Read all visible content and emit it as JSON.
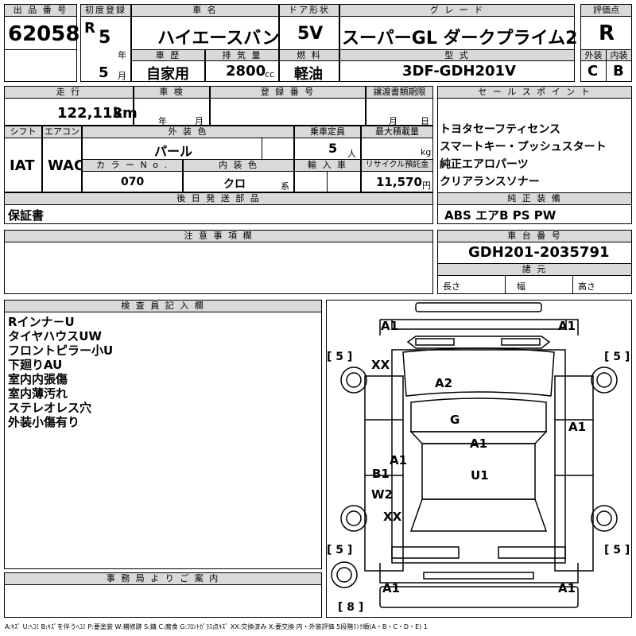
{
  "row1": {
    "h_listing_no": "出 品 番 号",
    "listing_no": "62058",
    "h_first_reg": "初度登録",
    "era": "R",
    "year": "5",
    "year_unit": "年",
    "month": "5",
    "month_unit": "月",
    "h_car_name": "車 名",
    "car_name": "ハイエースバン",
    "h_history": "車 歴",
    "history": "自家用",
    "h_displacement": "排 気 量",
    "displacement": "2800",
    "displacement_unit": "cc",
    "h_door": "ドア形状",
    "door": "5V",
    "h_fuel": "燃 料",
    "fuel": "軽油",
    "h_grade": "グ レ ー ド",
    "grade": "スーパーGL ダークプライム2",
    "h_model": "型 式",
    "model": "3DF-GDH201V",
    "h_score": "評価点",
    "score": "R",
    "h_exterior": "外装",
    "exterior": "C",
    "h_interior": "内装",
    "interior": "B"
  },
  "row2": {
    "h_mileage": "走 行",
    "mileage": "122,113",
    "mileage_unit": "km",
    "h_inspection": "車 検",
    "insp_year": "年",
    "insp_month": "月",
    "h_reg_no": "登 録 番 号",
    "h_transfer": "譲渡書類期限",
    "tr_month": "月",
    "tr_day": "日",
    "h_sales": "セ ー ル ス ポ イ ン ト",
    "sales_points": [
      "トヨタセーフティセンス",
      "スマートキー・プッシュスタート",
      "純正エアロパーツ",
      "クリアランスソナー"
    ]
  },
  "row3": {
    "h_shift": "シフト",
    "shift": "IAT",
    "h_ac": "エアコン",
    "ac": "WAC",
    "h_ext_color": "外 装 色",
    "ext_color": "パール",
    "h_capacity": "乗車定員",
    "capacity": "5",
    "capacity_unit": "人",
    "h_max_load": "最大積載量",
    "max_load_unit": "kg",
    "h_color_no": "カ ラ ー N o .",
    "color_no": "070",
    "h_int_color": "内 装 色",
    "int_color": "クロ",
    "int_unit": "系",
    "h_import": "輸 入 車",
    "h_recycle": "リサイクル預託金",
    "recycle": "11,570",
    "recycle_unit": "円"
  },
  "later": {
    "h": "後 日 発 送 部 品",
    "value": "保証書"
  },
  "equip": {
    "h": "純 正 装 備",
    "value": "ABS エアB PS PW"
  },
  "caution": {
    "h": "注 意 事 項 欄"
  },
  "chassis": {
    "h": "車 台 番 号",
    "value": "GDH201-2035791"
  },
  "specs": {
    "h": "諸 元",
    "length": "長さ",
    "width": "幅",
    "height": "高さ"
  },
  "inspector": {
    "h": "検 査 員 記 入 欄",
    "notes": [
      "Rインナ－U",
      "タイヤハウスUW",
      "フロントピラー小U",
      "下廻りAU",
      "室内内張傷",
      "室内薄汚れ",
      "ステレオレス穴",
      "外装小傷有り"
    ]
  },
  "office": {
    "h": "事 務 局 よ り ご 案 内"
  },
  "diagram": {
    "marks": {
      "a1_tl": "A1",
      "a1_tr": "A1",
      "xx_front": "XX",
      "a2": "A2",
      "g": "G",
      "a1_center": "A1",
      "a1_right": "A1",
      "a1_left": "A1",
      "b1": "B1",
      "u1": "U1",
      "w2": "W2",
      "xx_rear": "XX",
      "a1_bl": "A1",
      "a1_br": "A1"
    },
    "tires": {
      "fl": "[ 5 ]",
      "fr": "[ 5 ]",
      "rl": "[ 5 ]",
      "rr": "[ 5 ]",
      "spare": "[ 8 ]"
    }
  },
  "legend": "A:ｷｽﾞ U:ﾍｺﾐ B:ｷｽﾞを伴うﾍｺﾐ P:要塗装 W:補修跡 S:錆 C:腐食 G:ﾌﾛﾝﾄｶﾞﾗｽ点ｷｽﾞ XX:交換済み X:要交換 内・外装評価 5段階ﾗﾝｸ順(A・B・C・D・E) 1"
}
